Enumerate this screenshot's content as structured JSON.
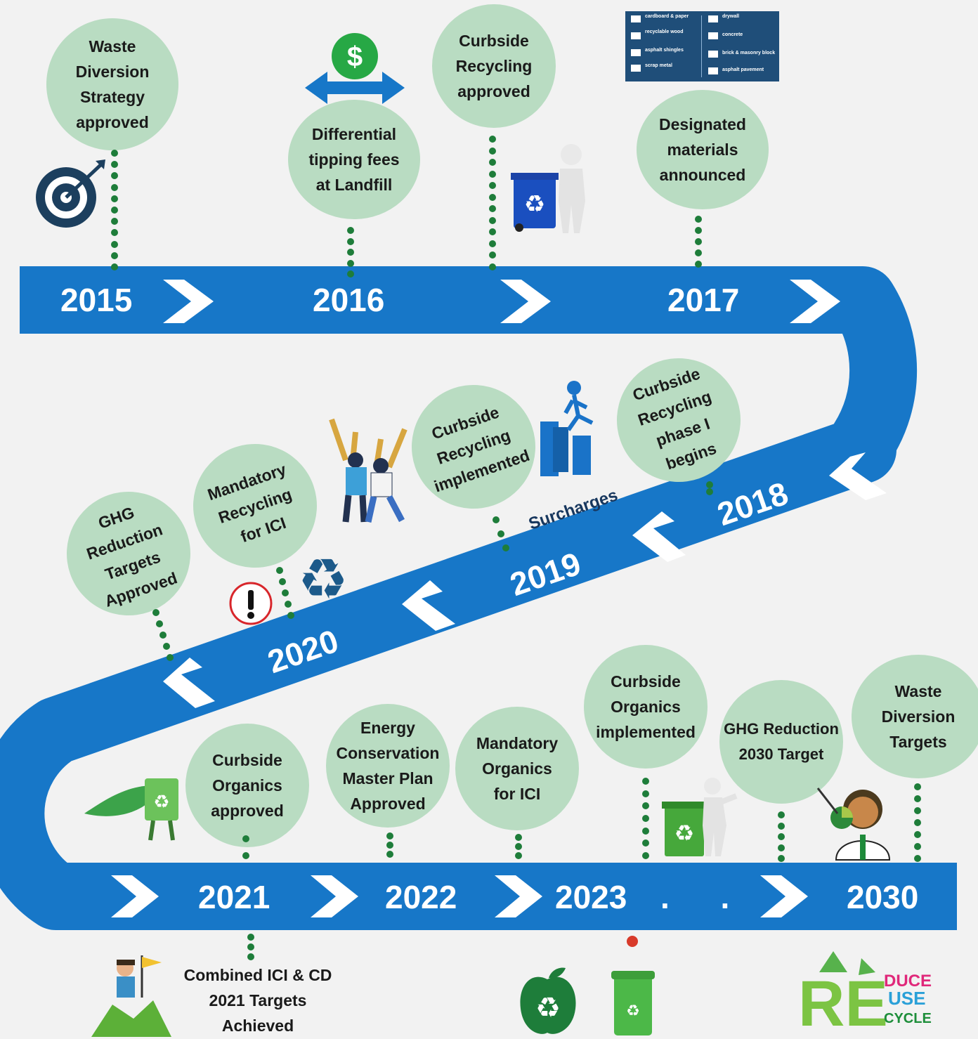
{
  "years": {
    "y2015": "2015",
    "y2016": "2016",
    "y2017": "2017",
    "y2018": "2018",
    "y2019": "2019",
    "y2020": "2020",
    "y2021": "2021",
    "y2022": "2022",
    "y2023": "2023",
    "y2030": "2030"
  },
  "dots_text": ". . .",
  "milestones": {
    "m1": "Waste\nDiversion\nStrategy\napproved",
    "m2": "Differential\ntipping fees\nat Landfill",
    "m3": "Curbside\nRecycling\napproved",
    "m4": "Designated\nmaterials\nannounced",
    "m5": "Curbside\nRecycling\nphase I\nbegins",
    "m6": "Curbside\nRecycling\nimplemented",
    "m7": "Mandatory\nRecycling\nfor ICI",
    "m8": "GHG\nReduction\nTargets\nApproved",
    "m9": "Curbside\nOrganics\napproved",
    "m10": "Energy\nConservation\nMaster Plan\nApproved",
    "m11": "Mandatory\nOrganics\nfor ICI",
    "m12": "Curbside\nOrganics\nimplemented",
    "m13": "GHG Reduction\n2030 Target",
    "m14": "Waste\nDiversion\nTargets",
    "m15": "Combined ICI & CD\n2021 Targets\nAchieved"
  },
  "surcharges": "Surcharges",
  "legend": {
    "items": [
      "cardboard & paper",
      "recyclable wood",
      "asphalt shingles",
      "scrap metal",
      "drywall",
      "concrete",
      "brick & masonry block",
      "asphalt pavement"
    ]
  },
  "reuse_logo": {
    "letters": "RE",
    "words": [
      "DUCE",
      "USE",
      "CYCLE"
    ]
  },
  "colors": {
    "road": "#1777c8",
    "bubble": "#b9dcc2",
    "dots": "#1e7d3a",
    "arrow": "#ffffff"
  }
}
